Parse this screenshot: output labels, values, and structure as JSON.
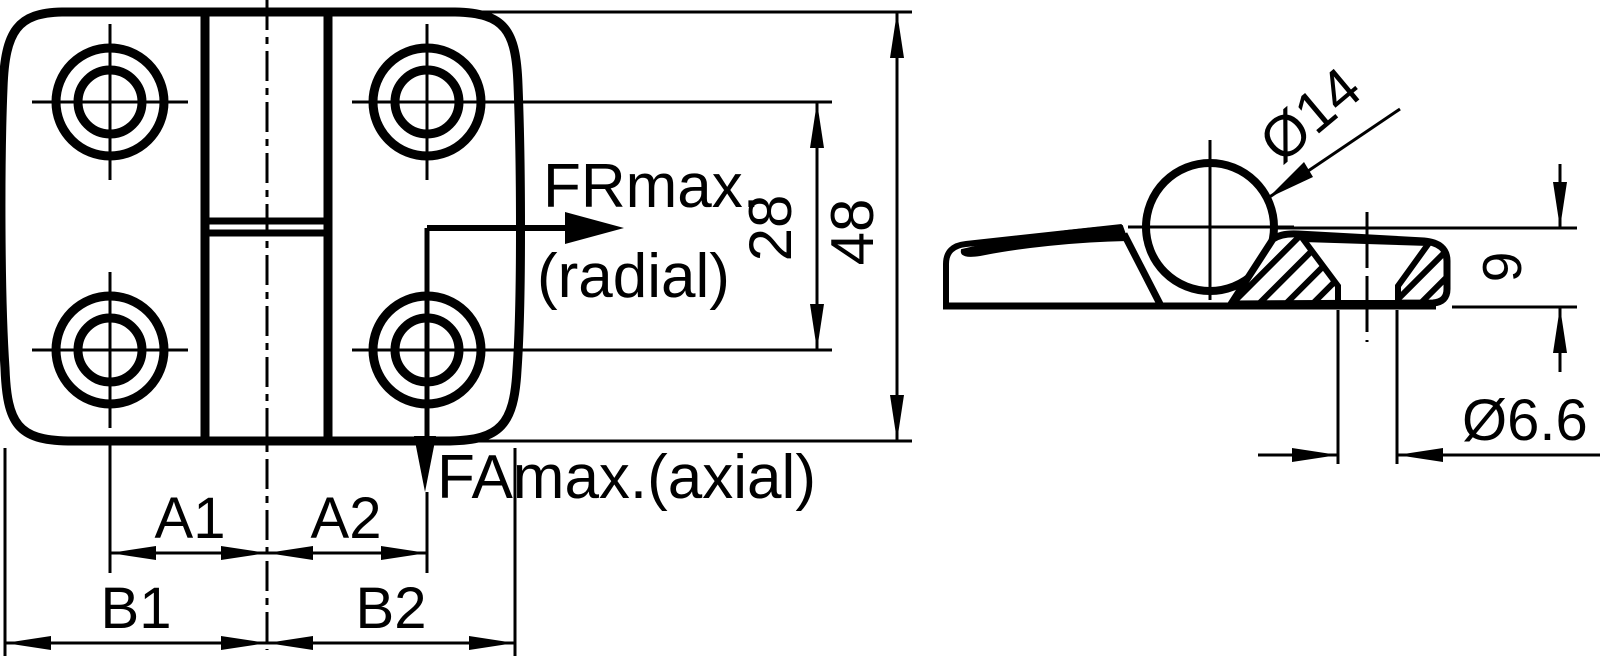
{
  "colors": {
    "line": "#000000",
    "background": "#ffffff"
  },
  "front_view": {
    "force_radial": "FRmax.",
    "force_radial_qualifier": "(radial)",
    "force_axial": "FAmax.(axial)",
    "dim_hole_spacing_vertical": "28",
    "dim_overall_height": "48",
    "dim_a1": "A1",
    "dim_a2": "A2",
    "dim_b1": "B1",
    "dim_b2": "B2"
  },
  "side_view": {
    "dim_knuckle_diameter": "Ø14",
    "dim_hole_diameter": "Ø6.6",
    "dim_leaf_thickness": "9"
  }
}
